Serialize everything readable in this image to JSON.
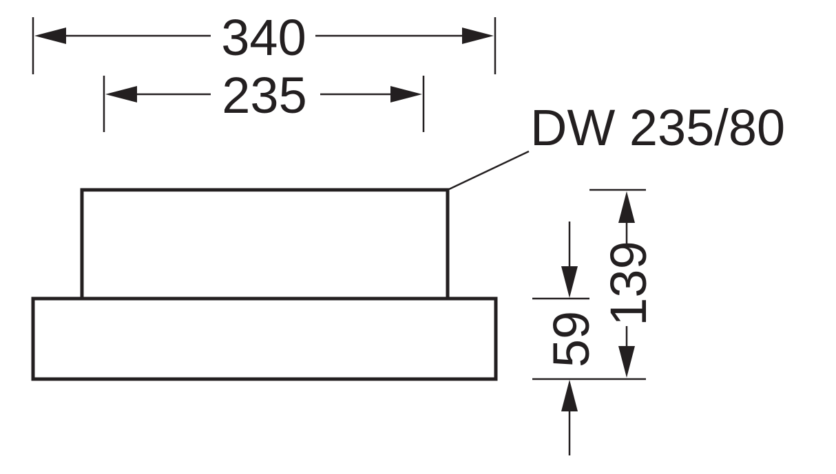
{
  "product_label": "DW 235/80",
  "dimensions": {
    "overall_width": "340",
    "top_width": "235",
    "overall_height": "139",
    "base_height": "59"
  },
  "colors": {
    "ink": "#231f20",
    "background": "#ffffff"
  }
}
